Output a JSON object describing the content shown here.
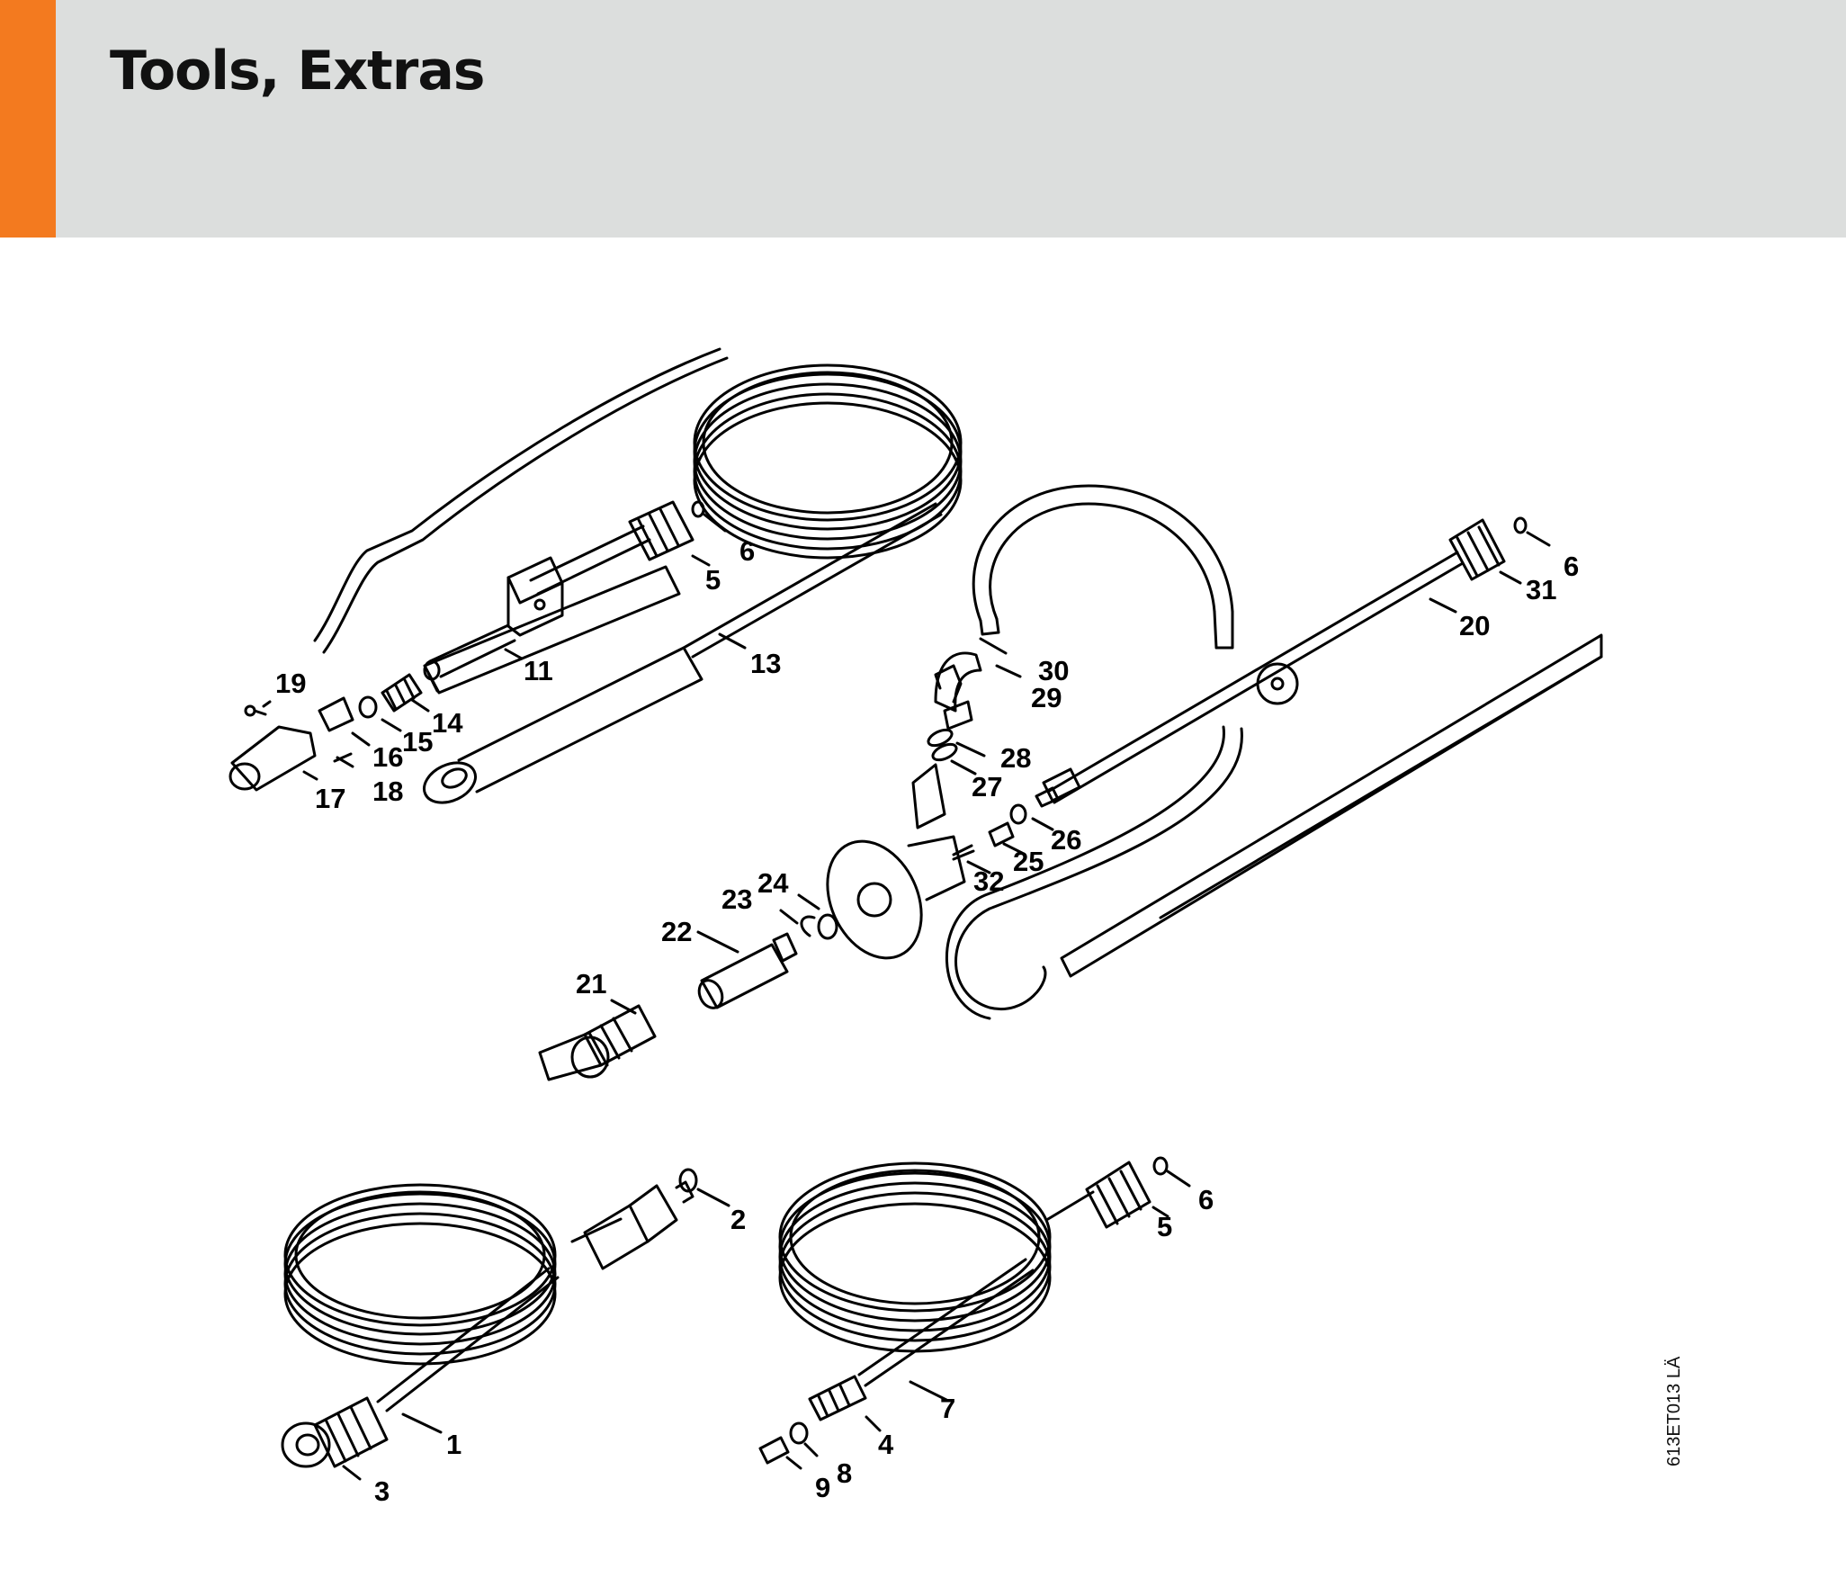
{
  "page": {
    "title": "Tools, Extras",
    "reference_code": "613ET013 LÄ",
    "accent_color": "#f37a1f",
    "header_color": "#dcdedd"
  },
  "callouts": [
    {
      "label": "19"
    },
    {
      "label": "17"
    },
    {
      "label": "18"
    },
    {
      "label": "16"
    },
    {
      "label": "15"
    },
    {
      "label": "14"
    },
    {
      "label": "11"
    },
    {
      "label": "5"
    },
    {
      "label": "6"
    },
    {
      "label": "13"
    },
    {
      "label": "30"
    },
    {
      "label": "29"
    },
    {
      "label": "28"
    },
    {
      "label": "27"
    },
    {
      "label": "26"
    },
    {
      "label": "25"
    },
    {
      "label": "32"
    },
    {
      "label": "24"
    },
    {
      "label": "23"
    },
    {
      "label": "22"
    },
    {
      "label": "21"
    },
    {
      "label": "20"
    },
    {
      "label": "31"
    },
    {
      "label": "6"
    },
    {
      "label": "2"
    },
    {
      "label": "1"
    },
    {
      "label": "3"
    },
    {
      "label": "6"
    },
    {
      "label": "5"
    },
    {
      "label": "7"
    },
    {
      "label": "4"
    },
    {
      "label": "8"
    },
    {
      "label": "9"
    }
  ]
}
